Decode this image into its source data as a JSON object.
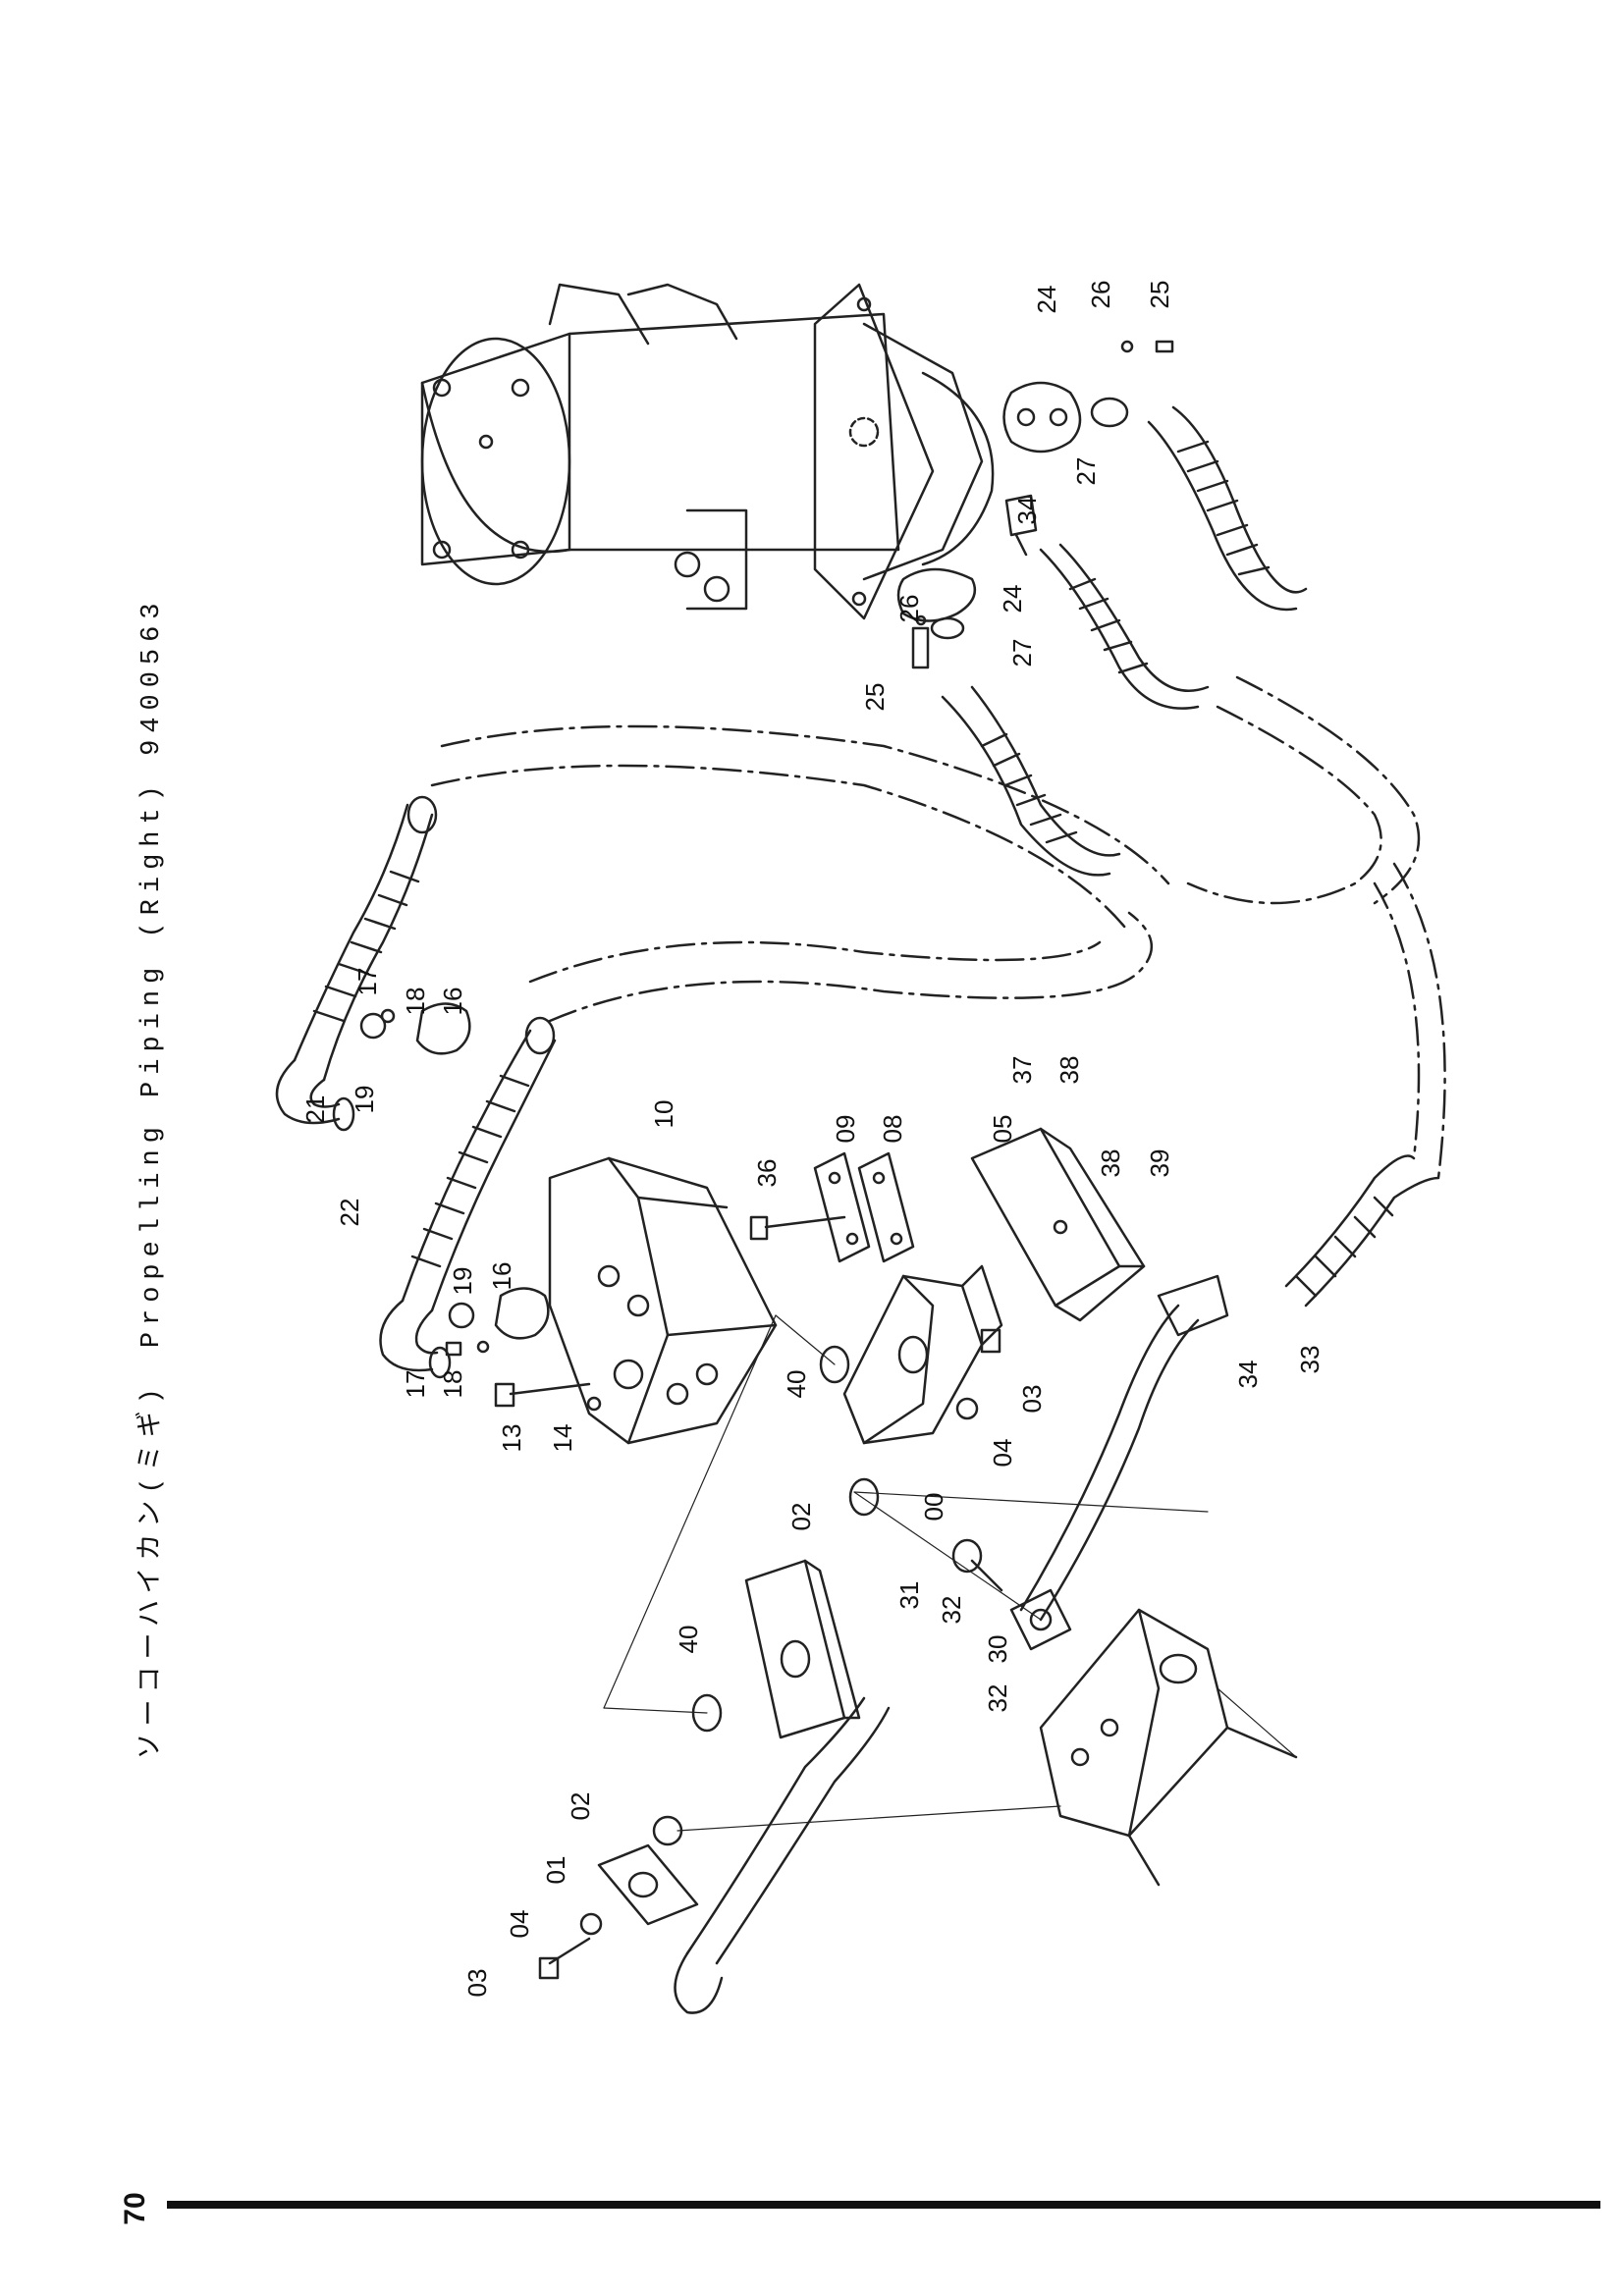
{
  "document": {
    "title": "ソーコーハイカン(ミギ)　Propelling Piping (Right) 9400563",
    "page_number": "70"
  },
  "callouts": [
    {
      "id": "c-01a",
      "text": "24"
    },
    {
      "id": "c-02a",
      "text": "26"
    },
    {
      "id": "c-03a",
      "text": "25"
    },
    {
      "id": "c-04a",
      "text": "34"
    },
    {
      "id": "c-05a",
      "text": "27"
    },
    {
      "id": "c-06a",
      "text": "24"
    },
    {
      "id": "c-07a",
      "text": "26"
    },
    {
      "id": "c-08a",
      "text": "27"
    },
    {
      "id": "c-09a",
      "text": "25"
    },
    {
      "id": "c-10a",
      "text": "17"
    },
    {
      "id": "c-11a",
      "text": "18"
    },
    {
      "id": "c-12a",
      "text": "16"
    },
    {
      "id": "c-13a",
      "text": "21"
    },
    {
      "id": "c-14a",
      "text": "19"
    },
    {
      "id": "c-15a",
      "text": "10"
    },
    {
      "id": "c-16a",
      "text": "22"
    },
    {
      "id": "c-17a",
      "text": "19"
    },
    {
      "id": "c-18a",
      "text": "16"
    },
    {
      "id": "c-19a",
      "text": "17"
    },
    {
      "id": "c-20a",
      "text": "18"
    },
    {
      "id": "c-21a",
      "text": "13"
    },
    {
      "id": "c-22a",
      "text": "14"
    },
    {
      "id": "c-23a",
      "text": "36"
    },
    {
      "id": "c-24a",
      "text": "09"
    },
    {
      "id": "c-25a",
      "text": "08"
    },
    {
      "id": "c-26a",
      "text": "05"
    },
    {
      "id": "c-27a",
      "text": "37"
    },
    {
      "id": "c-28a",
      "text": "38"
    },
    {
      "id": "c-29a",
      "text": "38"
    },
    {
      "id": "c-30a",
      "text": "39"
    },
    {
      "id": "c-31a",
      "text": "40"
    },
    {
      "id": "c-32a",
      "text": "03"
    },
    {
      "id": "c-33a",
      "text": "04"
    },
    {
      "id": "c-34a",
      "text": "00"
    },
    {
      "id": "c-35a",
      "text": "02"
    },
    {
      "id": "c-36a",
      "text": "34"
    },
    {
      "id": "c-37a",
      "text": "33"
    },
    {
      "id": "c-38a",
      "text": "31"
    },
    {
      "id": "c-39a",
      "text": "32"
    },
    {
      "id": "c-40a",
      "text": "30"
    },
    {
      "id": "c-41a",
      "text": "32"
    },
    {
      "id": "c-42a",
      "text": "40"
    },
    {
      "id": "c-43a",
      "text": "02"
    },
    {
      "id": "c-44a",
      "text": "01"
    },
    {
      "id": "c-45a",
      "text": "04"
    },
    {
      "id": "c-46a",
      "text": "03"
    }
  ]
}
